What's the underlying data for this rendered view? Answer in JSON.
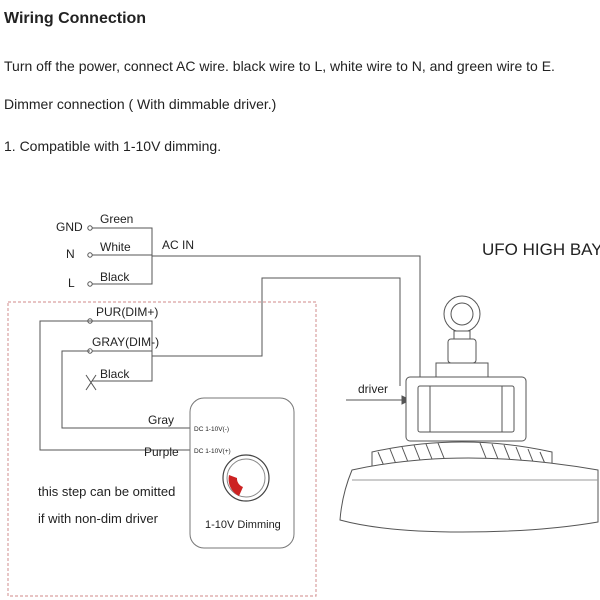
{
  "heading": "Wiring Connection",
  "instructions": {
    "line1": "Turn off the power, connect AC wire. black wire to L, white wire to N, and green wire to E.",
    "line2": "Dimmer connection ( With dimmable driver.)",
    "line3": "1. Compatible with 1-10V dimming."
  },
  "ac_terminals": {
    "gnd": "GND",
    "n": "N",
    "l": "L",
    "green": "Green",
    "white": "White",
    "black": "Black",
    "ac_in": "AC IN"
  },
  "dim_terminals": {
    "pur": "PUR(DIM+)",
    "gray": "GRAY(DIM-)",
    "black": "Black"
  },
  "dimmer": {
    "gray": "Gray",
    "purple": "Purple",
    "dc_minus": "DC 1-10V(-)",
    "dc_plus": "DC 1-10V(+)",
    "label": "1-10V Dimming"
  },
  "note": {
    "line1": "this step can be omitted",
    "line2": "if with non-dim driver"
  },
  "fixture": {
    "title": "UFO HIGH BAY",
    "driver": "driver"
  },
  "colors": {
    "wire": "#555555",
    "dashed_box": "#d9a0a0",
    "knob_accent": "#cc2222"
  }
}
